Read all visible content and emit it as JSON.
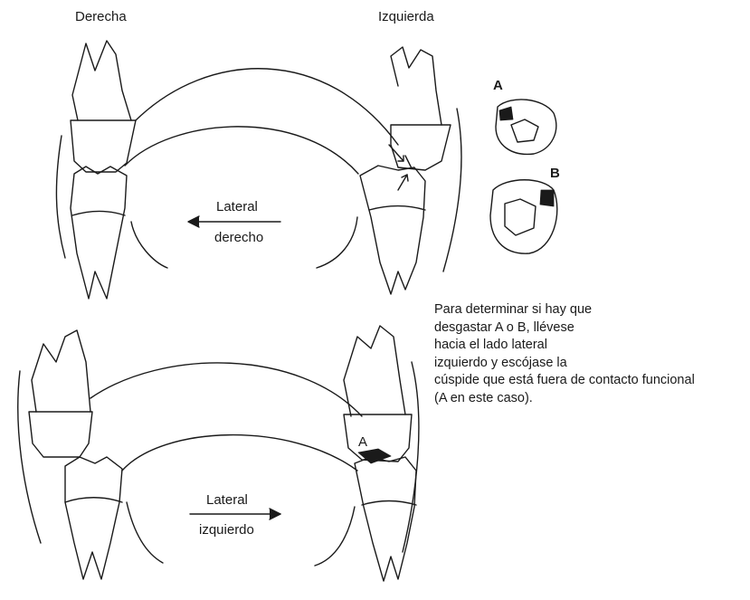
{
  "labels": {
    "right_side": "Derecha",
    "left_side": "Izquierda",
    "letter_a": "A",
    "letter_b": "B",
    "letter_a_bottom": "A"
  },
  "top_movement": {
    "line1": "Lateral",
    "line2": "derecho"
  },
  "bottom_movement": {
    "line1": "Lateral",
    "line2": "izquierdo"
  },
  "caption": {
    "lines": [
      "Para determinar si hay que",
      "desgastar A o B, llévese",
      "hacia el lado lateral",
      "izquierdo y escójase la",
      "cúspide que está fuera de contacto funcional",
      "(A en este caso)."
    ]
  }
}
